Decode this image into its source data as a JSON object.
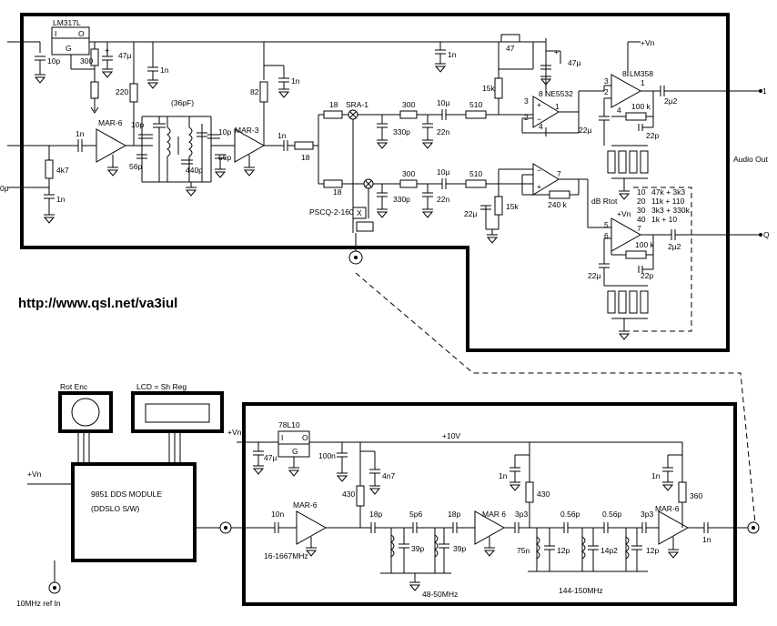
{
  "url": "http://www.qsl.net/va3iul",
  "regulators": {
    "lm317": "LM317L",
    "lm317_in": "I",
    "lm317_out": "O",
    "lm317_gnd": "G",
    "r7810": "78L10",
    "r7810_in": "I",
    "r7810_out": "O",
    "r7810_gnd": "G"
  },
  "amps": {
    "mar6_a": "MAR-6",
    "mar3": "MAR-3",
    "mar6_b": "MAR-6",
    "mar6_c": "MAR 6",
    "mar6_d": "MAR-6",
    "ne5532": "8 NE5532",
    "lm358": "LM358",
    "lm358_pin": "8"
  },
  "mixers": {
    "sra1": "SRA-1",
    "pscq": "PSCQ-2-160"
  },
  "components": {
    "c10p_a": "10p",
    "r300_a": "300",
    "c47u_a": "47µ",
    "c1n_a": "1n",
    "r220": "220",
    "r47": "47",
    "c1n_b": "1n",
    "c47u_b": "47µ",
    "r82": "82",
    "c1n_c": "1n",
    "c1n_in": "1n",
    "r4k7": "4k7",
    "c1n_d": "1n",
    "c10p_b": "10p",
    "c56p_a": "56p",
    "c36pf": "(36pF)",
    "c440p": "440p",
    "c10p_c": "10p",
    "c56p_b": "56p",
    "c1n_e": "1n",
    "r18_a": "18",
    "r18_b": "18",
    "r18_c": "18",
    "r300_b": "300",
    "c330p_a": "330p",
    "c22n_a": "22n",
    "c10u_a": "10µ",
    "r510_a": "510",
    "r15k_a": "15k",
    "r300_c": "300",
    "c330p_b": "330p",
    "c22n_b": "22n",
    "c10u_b": "10µ",
    "r510_b": "510",
    "r15k_b": "15k",
    "c22u_a": "22µ",
    "r240k": "240 k",
    "c22u_b": "22µ",
    "r100k_a": "100 k",
    "c22p_a": "22p",
    "c2u2_a": "2µ2",
    "r100k_b": "100 k",
    "c22u_c": "22µ",
    "c22p_b": "22p",
    "c2u2_b": "2µ2",
    "c47u_c": "47µ",
    "c100n": "100n",
    "c4n7": "4n7",
    "r430_a": "430",
    "c10n": "10n",
    "c18p_a": "18p",
    "c5p6": "5p6",
    "c18p_b": "18p",
    "c39p_a": "39p",
    "c39p_b": "39p",
    "c1n_f": "1n",
    "r430_b": "430",
    "c3p3_a": "3p3",
    "l75n": "75n",
    "c12p_a": "12p",
    "c0p56_a": "0.56p",
    "c0p56_b": "0.56p",
    "l14p2": "14p2",
    "c3p3_b": "3p3",
    "c12p_b": "12p",
    "c1n_g": "1n",
    "r360": "360",
    "c1n_out": "1n"
  },
  "pins": {
    "p3": "3",
    "p2": "2",
    "p1": "1",
    "p4": "4",
    "p5": "5",
    "p6": "6",
    "p7": "7",
    "lp3": "3",
    "lp2": "2",
    "lp1": "1",
    "lp4": "4",
    "lp5": "5",
    "lp6": "6",
    "lp7": "7"
  },
  "labels": {
    "vn_a": "+Vn",
    "vn_b": "+Vn",
    "vn_c": "+Vn",
    "vn_d": "+Vn",
    "v10": "+10V",
    "out1": "1",
    "outq": "Q",
    "audio_out": "Audio Out",
    "db_rtot": "dB Rtot",
    "x_mark": "X",
    "p10": "0p",
    "rot_enc": "Rot Enc",
    "lcd": "LCD = Sh Reg",
    "module_line1": "9851 DDS MODULE",
    "module_line2": "(DDSLO S/W)",
    "ref_in": "10MHz ref In",
    "band_a": "16-1667MHz",
    "band_b": "48-50MHz",
    "band_c": "144-150MHz"
  },
  "db_table": [
    {
      "db": "10",
      "r": "47k + 3k3"
    },
    {
      "db": "20",
      "r": "11k + 110"
    },
    {
      "db": "30",
      "r": "3k3 + 330k"
    },
    {
      "db": "40",
      "r": "1k + 10"
    }
  ]
}
